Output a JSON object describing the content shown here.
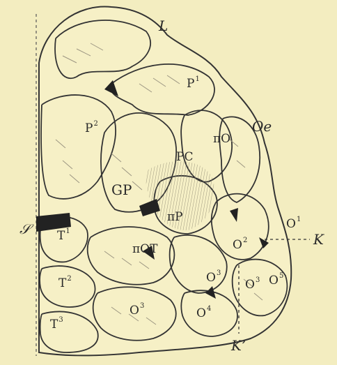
{
  "colors": {
    "background": "#f3edc0",
    "ink": "#2a2a2a",
    "shade": "#9c9682"
  },
  "labels": {
    "L": {
      "base": "L"
    },
    "P1": {
      "base": "P",
      "sup": "1"
    },
    "P2": {
      "base": "P",
      "sup": "2"
    },
    "Oe": {
      "base": "Oe"
    },
    "piO": {
      "base": "πO"
    },
    "PC": {
      "base": "PC"
    },
    "GP": {
      "base": "GP"
    },
    "piP": {
      "base": "πP"
    },
    "S": {
      "base": "𝒮"
    },
    "T1": {
      "base": "T",
      "sup": "1"
    },
    "piOT": {
      "base": "πOT"
    },
    "O1": {
      "base": "O",
      "sup": "1"
    },
    "O2": {
      "base": "O",
      "sup": "2"
    },
    "K": {
      "base": "K"
    },
    "T2": {
      "base": "T",
      "sup": "2"
    },
    "O3a": {
      "base": "O",
      "sup": "3"
    },
    "O3b": {
      "base": "O",
      "sup": "3"
    },
    "O5": {
      "base": "O",
      "sup": "5"
    },
    "O3c": {
      "base": "O",
      "sup": "3"
    },
    "O4": {
      "base": "O",
      "sup": "4"
    },
    "T3": {
      "base": "T",
      "sup": "3"
    },
    "Kp": {
      "base": "K’"
    }
  }
}
